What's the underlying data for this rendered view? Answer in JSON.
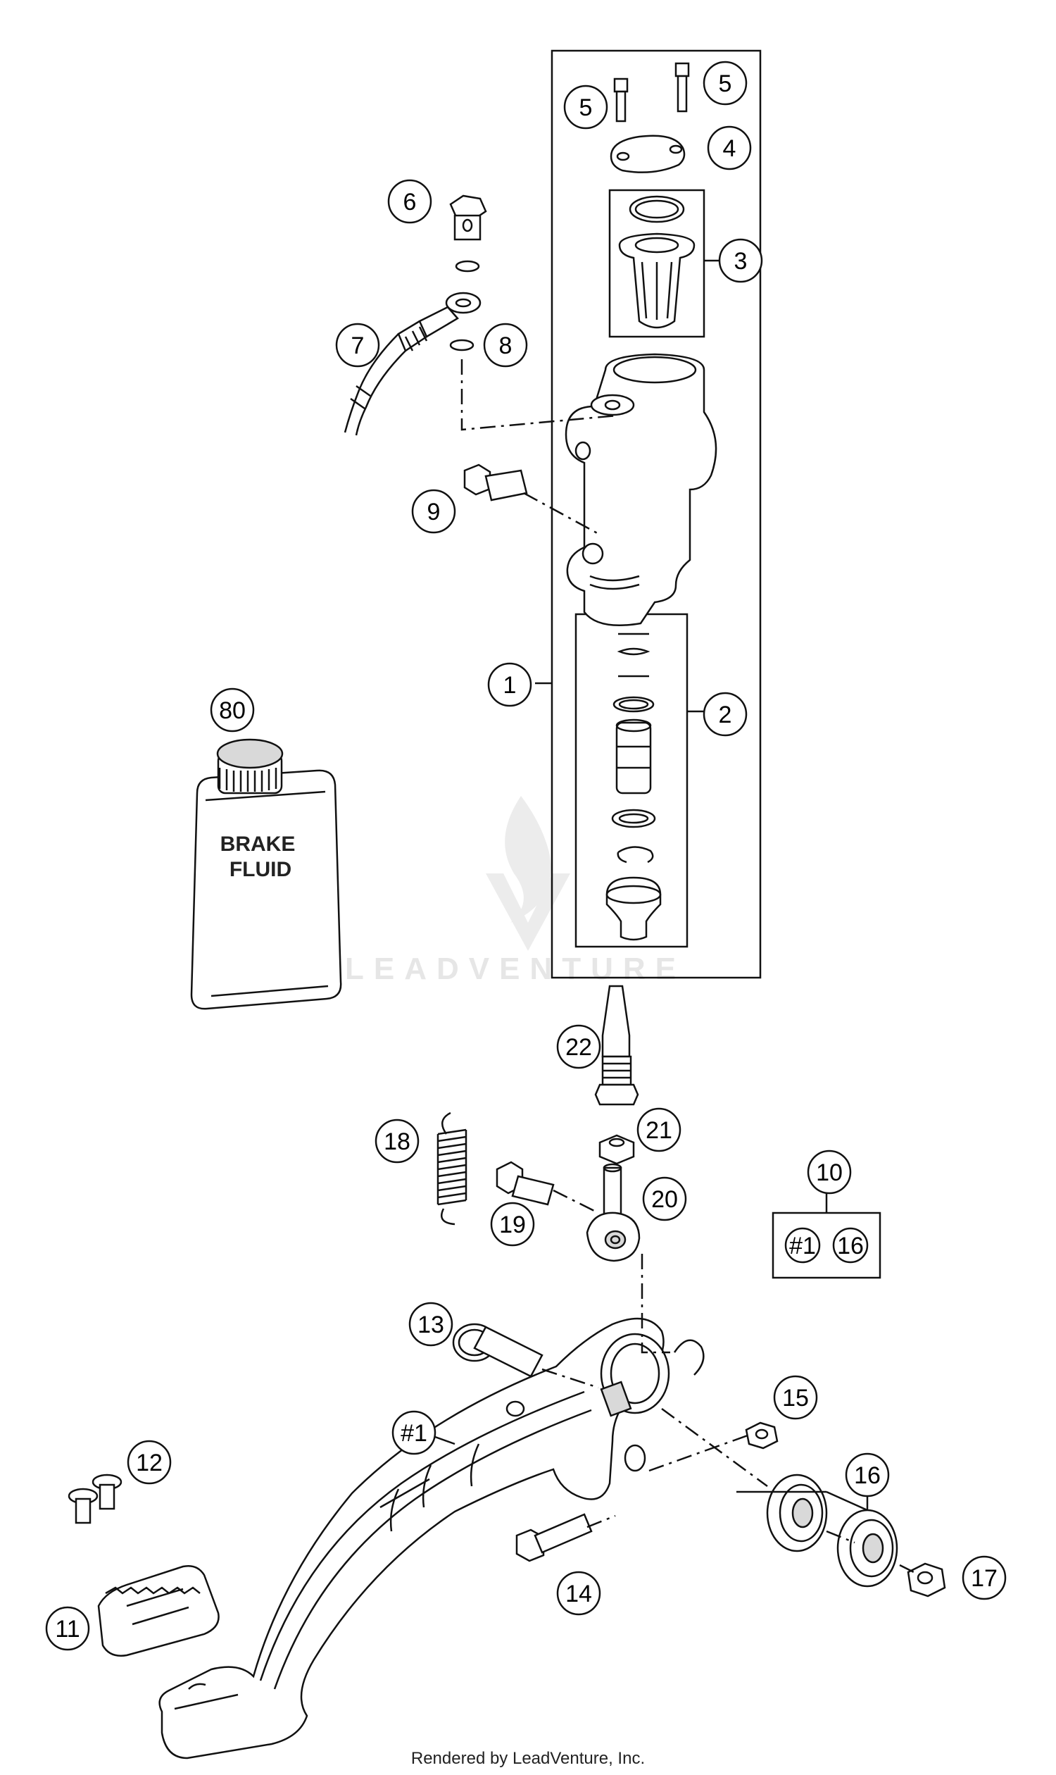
{
  "callouts": {
    "c1": "1",
    "c2": "2",
    "c3": "3",
    "c4": "4",
    "c5a": "5",
    "c5b": "5",
    "c6": "6",
    "c7": "7",
    "c8": "8",
    "c9": "9",
    "c10": "10",
    "c11": "11",
    "c12": "12",
    "c13": "13",
    "c14": "14",
    "c15": "15",
    "c16": "16",
    "c17": "17",
    "c18": "18",
    "c19": "19",
    "c20": "20",
    "c21": "21",
    "c22": "22",
    "c80": "80",
    "cH1": "#1"
  },
  "kit_box": {
    "item_a": "#1",
    "item_b": "16"
  },
  "can_label": {
    "line1": "BRAKE",
    "line2": "FLUID"
  },
  "watermark": "LEADVENTURE",
  "footer": "Rendered by LeadVenture, Inc."
}
